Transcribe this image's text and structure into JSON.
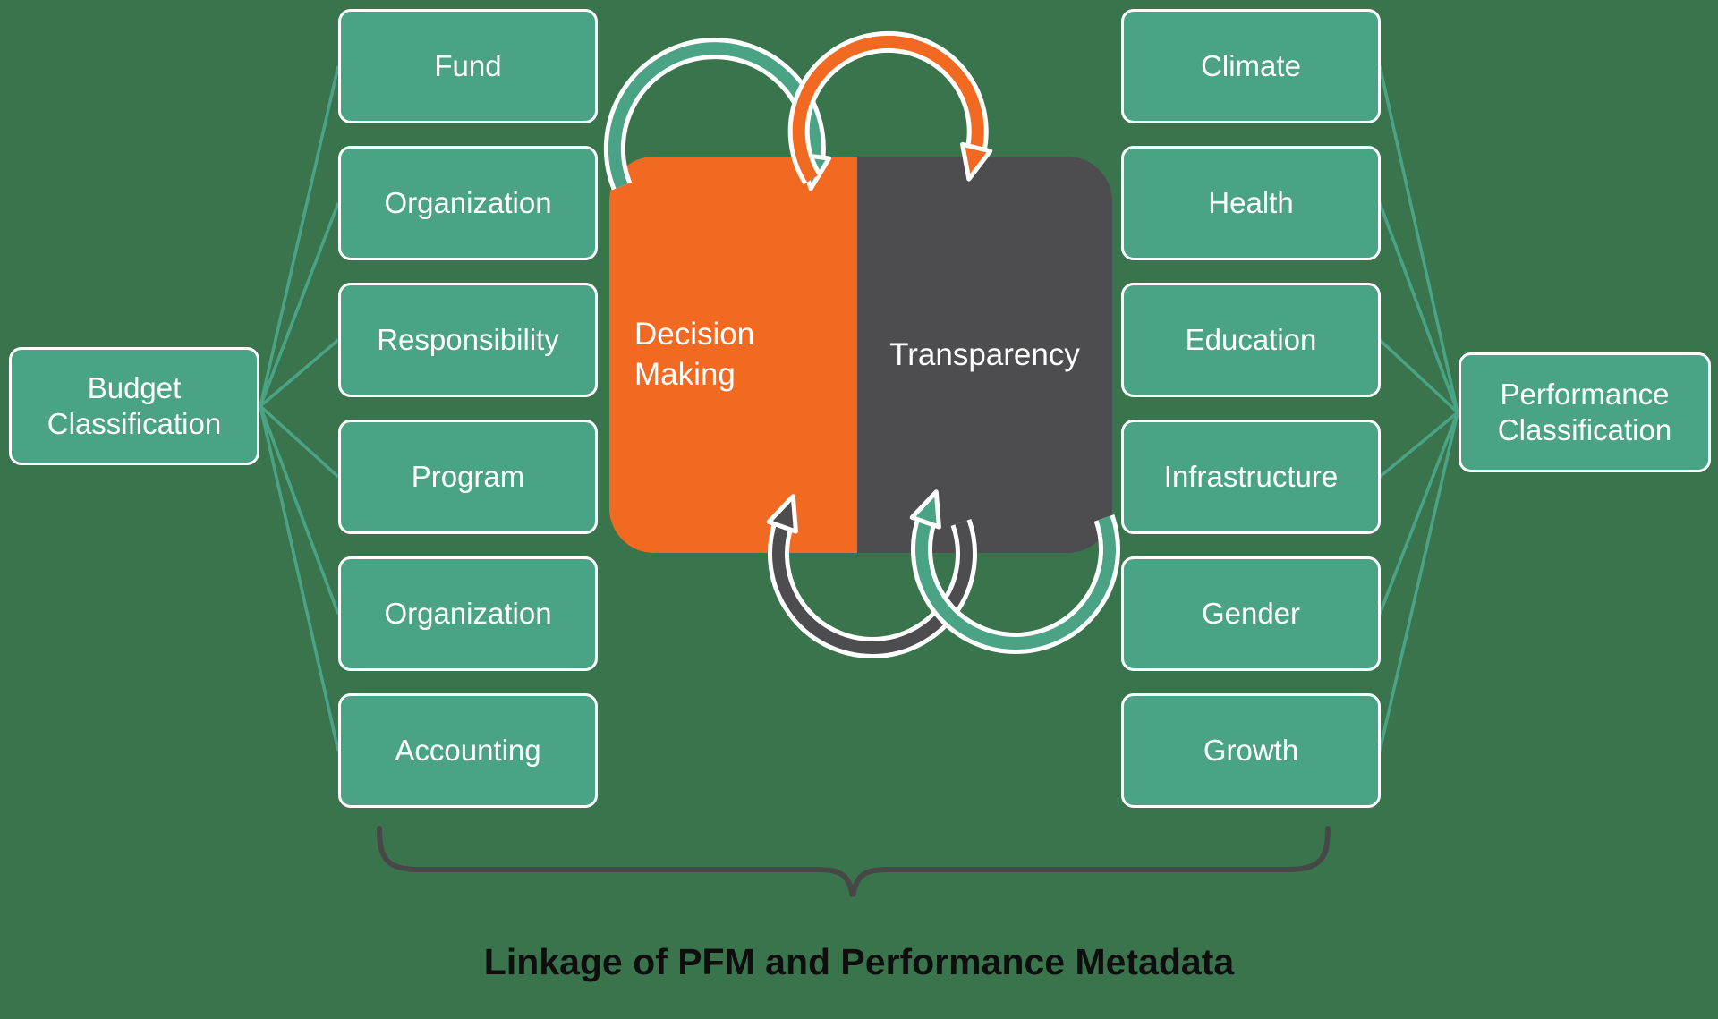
{
  "title": "Linkage of PFM and Performance Metadata",
  "left_root": {
    "label": "Budget Classification"
  },
  "right_root": {
    "label": "Performance Classification"
  },
  "left_items": [
    "Fund",
    "Organization",
    "Responsibility",
    "Program",
    "Organization",
    "Accounting"
  ],
  "right_items": [
    "Climate",
    "Health",
    "Education",
    "Infrastructure",
    "Gender",
    "Growth"
  ],
  "center": {
    "decision_label": "Decision Making",
    "transparency_label": "Transparency"
  },
  "icons": {
    "top_left_arrow": "teal-cycle-arrow",
    "top_right_arrow": "orange-cycle-arrow",
    "bottom_left_arrow": "dark-cycle-arrow",
    "bottom_right_arrow": "teal-cycle-arrow",
    "brace": "horizontal-curly-brace"
  },
  "colors": {
    "bg": "#3A744D",
    "teal": "#4BA386",
    "orange": "#F26A21",
    "dark": "#4D4D4F",
    "brace": "#474747",
    "title_color": "#0E0E0E",
    "text": "#FFFFFF"
  }
}
